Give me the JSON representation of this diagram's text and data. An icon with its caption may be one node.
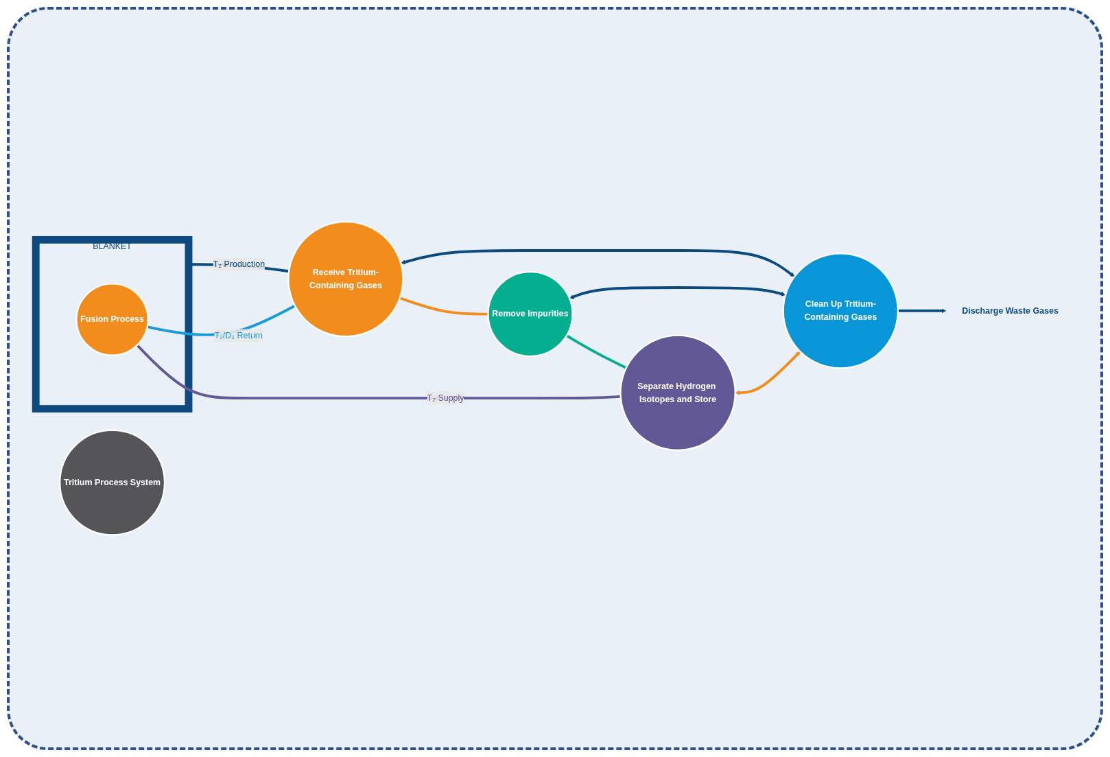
{
  "diagram": {
    "nodes": [
      {
        "text": [
          "BLANKET"
        ]
      },
      {
        "text": [
          "Fusion Process"
        ],
        "in": 0
      },
      {
        "text": [
          "Receive Tritium-Containing Gases"
        ]
      },
      {
        "text": [
          "Tritium Process System"
        ]
      },
      {
        "text": [
          "Remove Impurities"
        ]
      },
      {
        "text": [
          "Separate Hydrogen Isotopes and Store"
        ]
      },
      {
        "text": [
          "Clean Up Tritium-Containing Gases"
        ]
      },
      {
        "text": [
          "Discharge Waste Gases"
        ]
      }
    ],
    "edges": [
      {
        "from": 0,
        "to": 2,
        "arrow": "none",
        "label": "T₂ Production"
      },
      {
        "from": 2,
        "to": 1,
        "arrow": "none",
        "label": "T₂/D₂ Return",
        "color": "#1a9ad6"
      },
      {
        "from": 2,
        "to": 4,
        "arrow": "none",
        "color": "#f28c1c"
      },
      {
        "from": 4,
        "to": 5,
        "arrow": "none",
        "color": "#05ae8f"
      },
      {
        "from": 5,
        "to": 1,
        "arrow": "none",
        "label": "T₂ Supply",
        "color": "#625896"
      },
      {
        "from": 2,
        "to": 6,
        "arrow": "both"
      },
      {
        "from": 4,
        "to": 6,
        "arrow": "both"
      },
      {
        "from": 5,
        "to": 6,
        "arrow": "both",
        "color": "#f28c1c"
      },
      {
        "from": 6,
        "to": 7,
        "arrow": "to"
      }
    ]
  }
}
